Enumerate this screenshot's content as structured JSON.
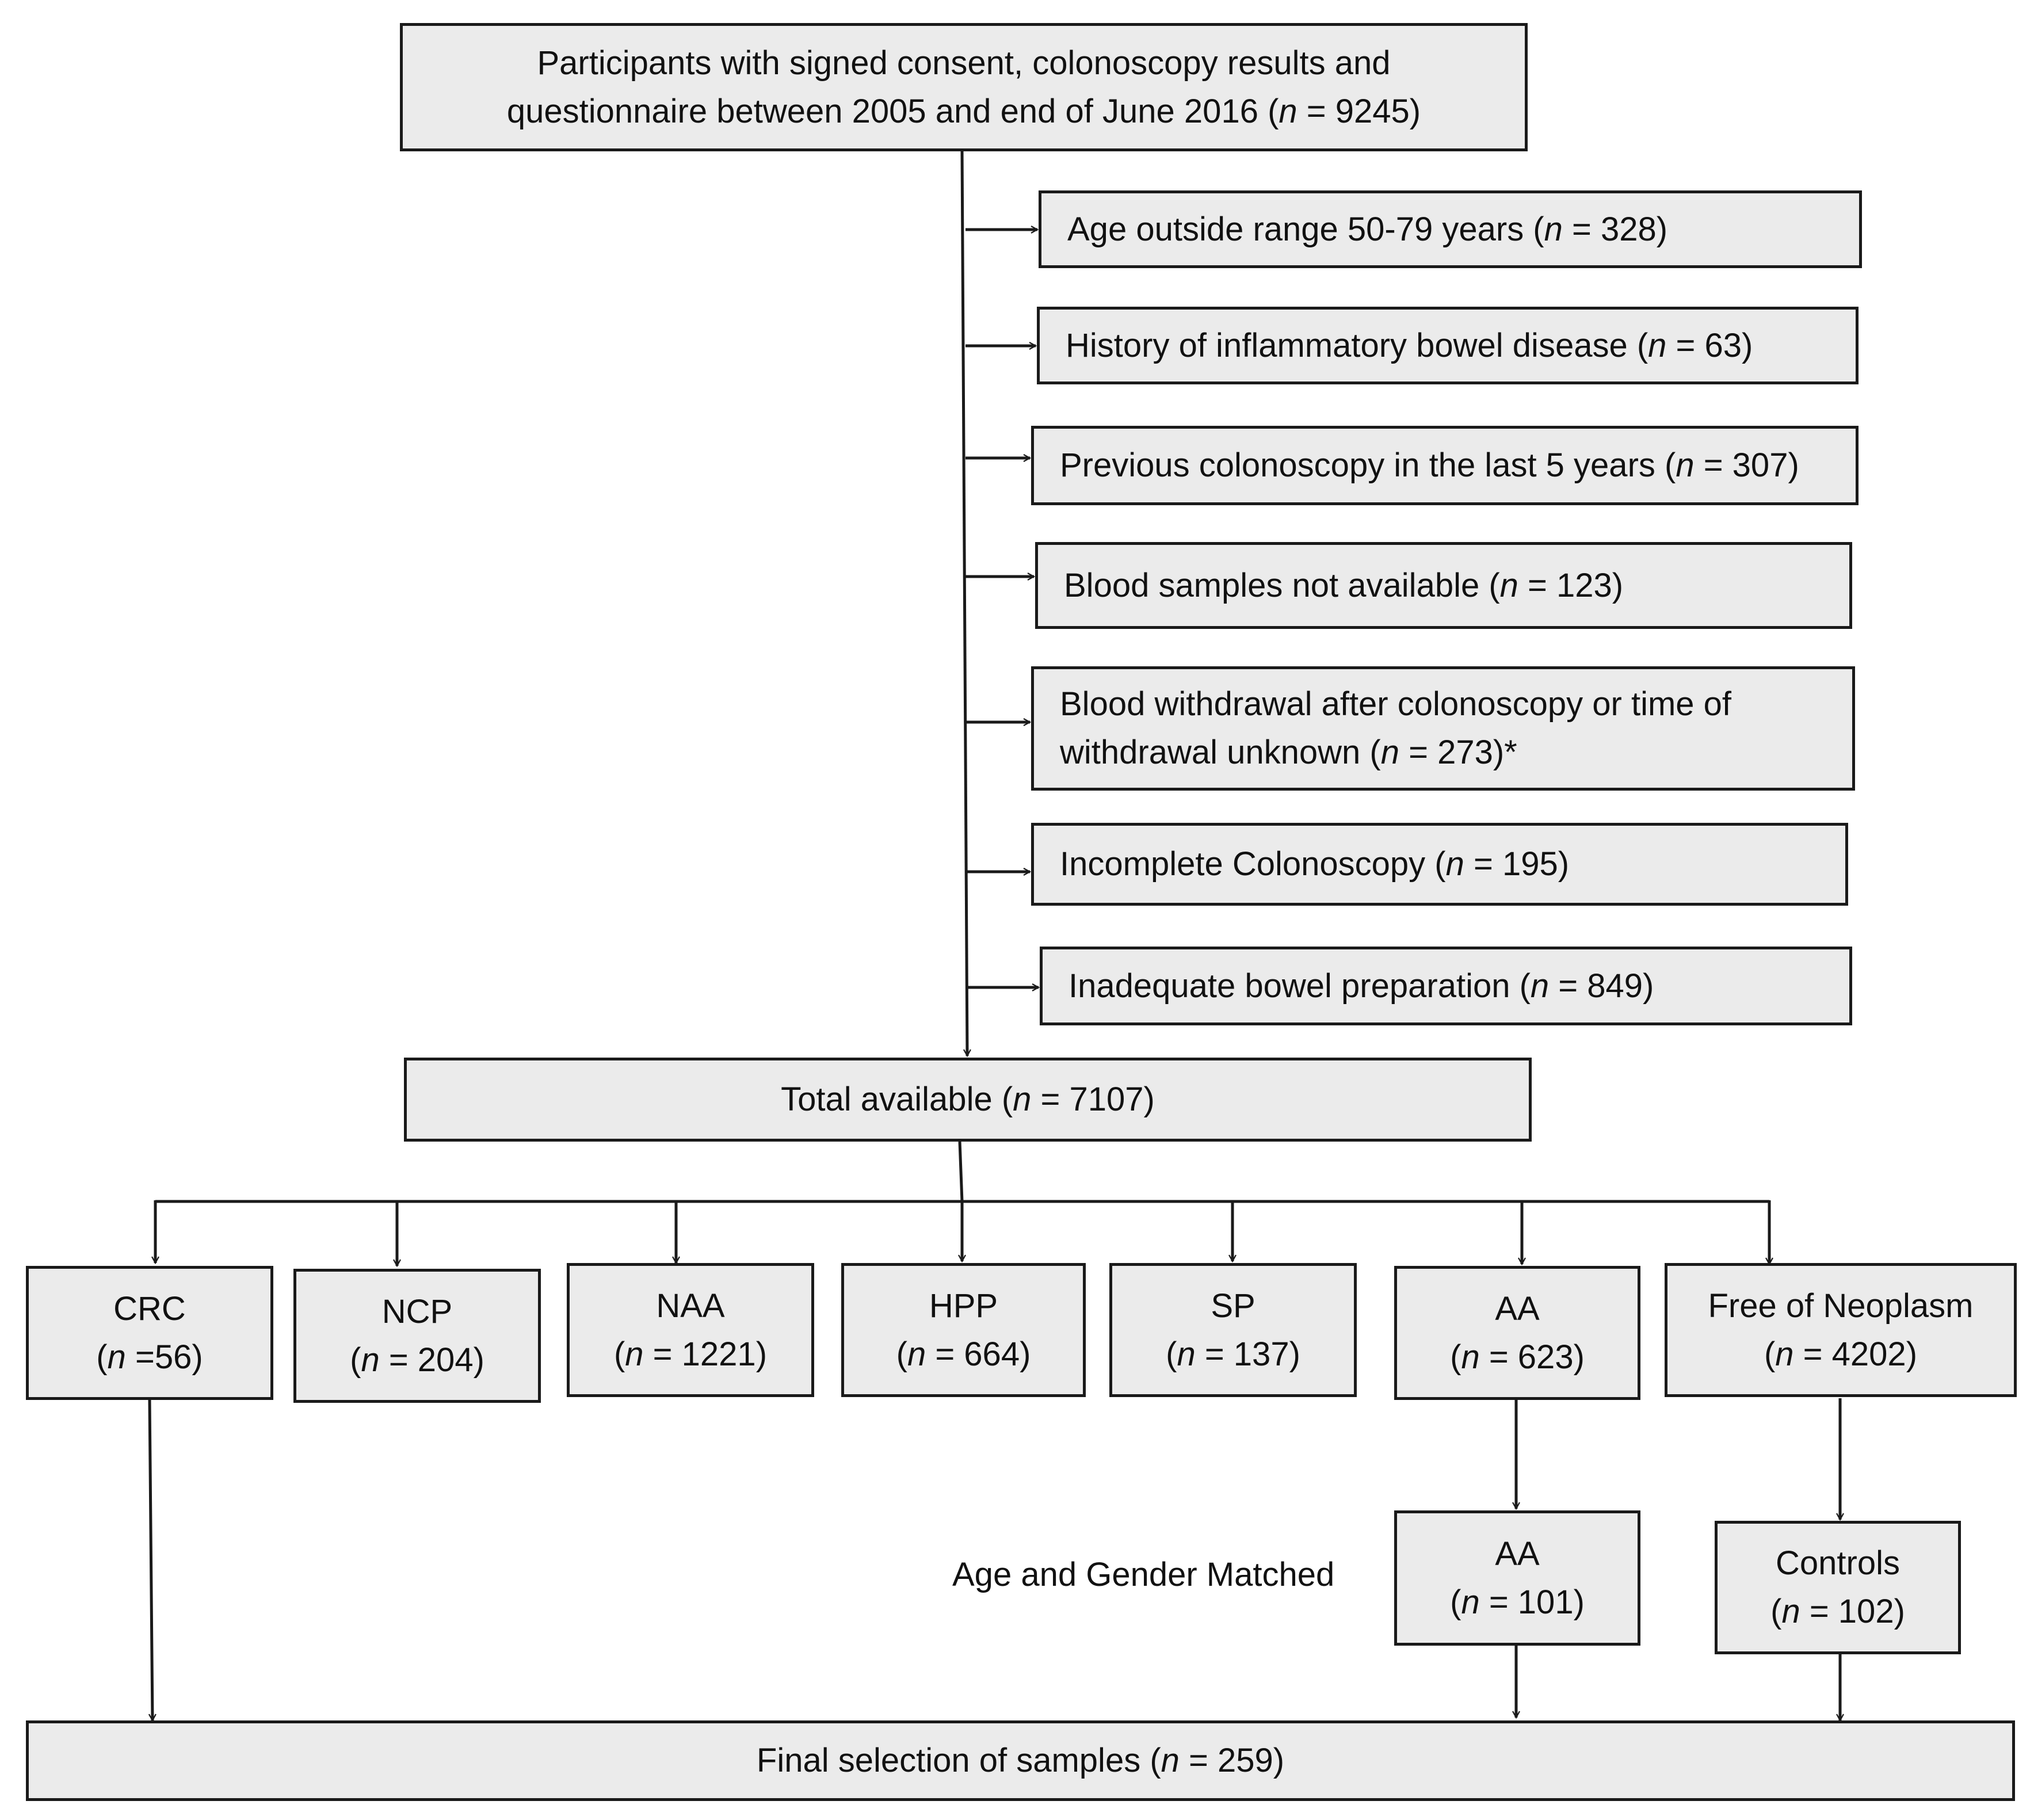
{
  "start": {
    "line1": "Participants with signed consent, colonoscopy results and",
    "line2_pre": "questionnaire between 2005 and end of June 2016 (",
    "n_symbol": "n",
    "line2_post": " = 9245)"
  },
  "exclusions": [
    {
      "pre": "Age outside range 50-79 years (",
      "n": "n",
      "post": " = 328)"
    },
    {
      "pre": "History of inflammatory bowel disease (",
      "n": "n",
      "post": " = 63)"
    },
    {
      "pre": "Previous colonoscopy in the last 5 years (",
      "n": "n",
      "post": " = 307)"
    },
    {
      "pre": "Blood samples not available (",
      "n": "n",
      "post": " = 123)"
    },
    {
      "line1": "Blood withdrawal after colonoscopy or time of",
      "pre": "withdrawal unknown (",
      "n": "n",
      "post": " = 273)*"
    },
    {
      "pre": "Incomplete Colonoscopy (",
      "n": "n",
      "post": " = 195)"
    },
    {
      "pre": "Inadequate bowel preparation (",
      "n": "n",
      "post": " = 849)"
    }
  ],
  "total": {
    "pre": "Total available (",
    "n": "n",
    "post": " = 7107)"
  },
  "groups": [
    {
      "name": "CRC",
      "pre": "(",
      "n": "n",
      "post": " =56)"
    },
    {
      "name": "NCP",
      "pre": "(",
      "n": "n",
      "post": " = 204)"
    },
    {
      "name": "NAA",
      "pre": "(",
      "n": "n",
      "post": " = 1221)"
    },
    {
      "name": "HPP",
      "pre": "(",
      "n": "n",
      "post": " = 664)"
    },
    {
      "name": "SP",
      "pre": "(",
      "n": "n",
      "post": " = 137)"
    },
    {
      "name": "AA",
      "pre": "(",
      "n": "n",
      "post": " = 623)"
    },
    {
      "name": "Free of Neoplasm",
      "pre": "(",
      "n": "n",
      "post": " = 4202)"
    }
  ],
  "matched_label": "Age and Gender Matched",
  "matched": [
    {
      "name": "AA",
      "pre": "(",
      "n": "n",
      "post": " = 101)"
    },
    {
      "name": "Controls",
      "pre": "(",
      "n": "n",
      "post": " = 102)"
    }
  ],
  "final": {
    "pre": "Final selection of samples (",
    "n": "n",
    "post": " = 259)"
  }
}
